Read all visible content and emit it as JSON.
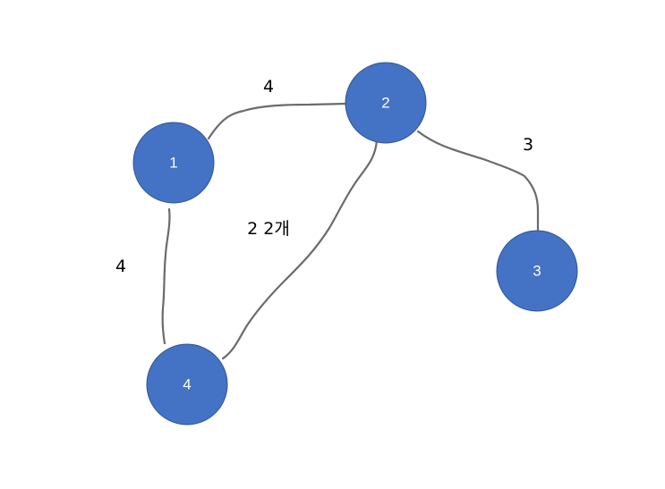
{
  "colors": {
    "node_fill": "#4472c4",
    "node_text": "#ffffff",
    "edge_stroke": "#6b6b6b",
    "label_text": "#000000"
  },
  "nodes": [
    {
      "id": "1",
      "label": "1"
    },
    {
      "id": "2",
      "label": "2"
    },
    {
      "id": "3",
      "label": "3"
    },
    {
      "id": "4",
      "label": "4"
    }
  ],
  "edges": [
    {
      "from": "1",
      "to": "2",
      "label": "4"
    },
    {
      "from": "2",
      "to": "3",
      "label": "3"
    },
    {
      "from": "1",
      "to": "4",
      "label": "4"
    },
    {
      "from": "2",
      "to": "4",
      "label": "2 2개"
    }
  ]
}
